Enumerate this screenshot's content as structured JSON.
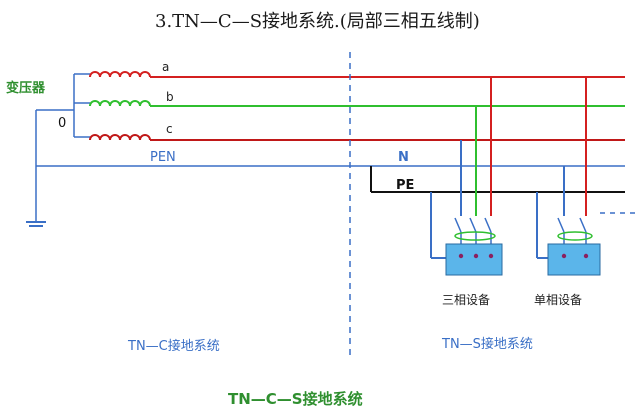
{
  "title": "3.TN—C—S接地系统.(局部三相五线制)",
  "transformer_label": "变压器",
  "neutral_point_label": "0",
  "phase_labels": [
    "a",
    "b",
    "c"
  ],
  "pen_label": "PEN",
  "n_label": "N",
  "pe_label": "PE",
  "device_labels": [
    "三相设备",
    "单相设备"
  ],
  "section_labels": {
    "left": "TN—C接地系统",
    "right": "TN—S接地系统"
  },
  "bottom_title": "TN—C—S接地系统",
  "colors": {
    "phase_a": "#d42020",
    "phase_b": "#2fbf2f",
    "phase_c": "#c01818",
    "neutral": "#3a6fc6",
    "pe": "#111111",
    "device_fill": "#5bb5ea"
  }
}
